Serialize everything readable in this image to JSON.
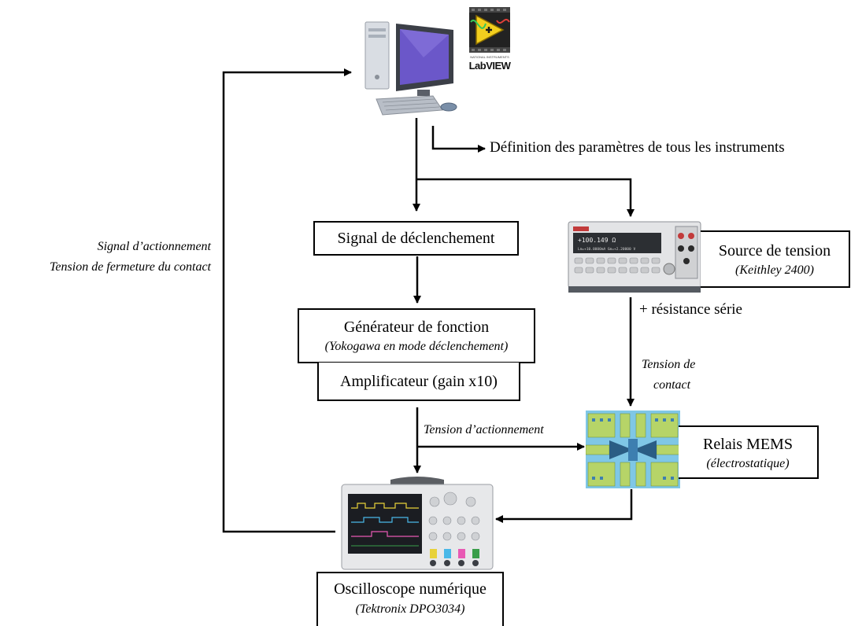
{
  "software_logo": {
    "text": "LabVIEW",
    "maker": "NATIONAL INSTRUMENTS"
  },
  "labels": {
    "parameters": "Définition des paramètres de tous les instruments",
    "series_resistance": "+ résistance série",
    "contact_voltage_l1": "Tension de",
    "contact_voltage_l2": "contact",
    "actuation_voltage": "Tension d’actionnement",
    "feedback_l1": "Signal d’actionnement",
    "feedback_l2": "Tension de fermeture du contact"
  },
  "boxes": {
    "trigger": {
      "title": "Signal de déclenchement"
    },
    "generator": {
      "title": "Générateur de fonction",
      "subtitle": "(Yokogawa en mode déclenchement)"
    },
    "amplifier": {
      "title": "Amplificateur (gain x10)"
    },
    "source": {
      "title": "Source de tension",
      "subtitle": "(Keithley 2400)"
    },
    "relay": {
      "title": "Relais MEMS",
      "subtitle": "(électrostatique)"
    },
    "scope": {
      "title": "Oscilloscope numérique",
      "subtitle": "(Tektronix DPO3034)"
    }
  },
  "keithley_display": {
    "line1": "+100.149 Ω",
    "line2": "Lm=+10.0000mA   Gm=+2.20000 V"
  },
  "colors": {
    "line": "#000000",
    "screen": "#6b57c9",
    "mems_bg": "#7fc7e6",
    "mems_metal": "#b6d468",
    "labview_yellow": "#f3cf1e"
  }
}
